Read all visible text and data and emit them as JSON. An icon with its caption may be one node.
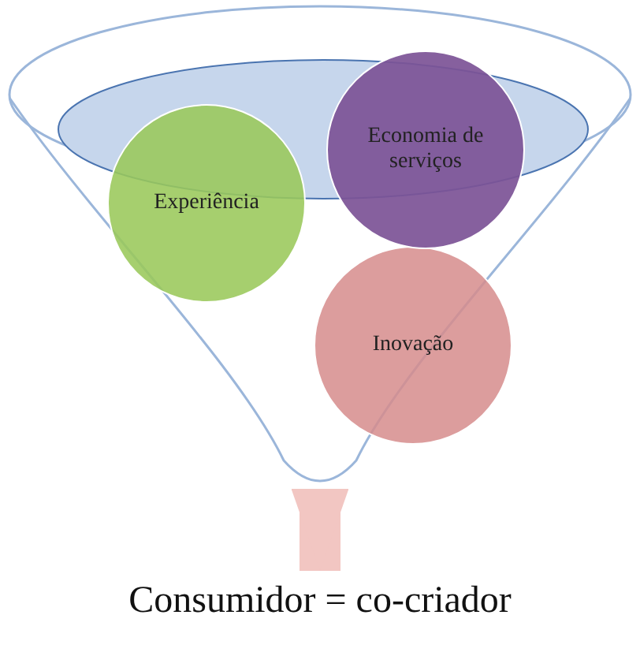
{
  "diagram": {
    "nodes": [
      {
        "text": [],
        "shape": "funnel"
      },
      {
        "text": [
          "Experiência"
        ],
        "in": 0
      },
      {
        "text": [
          "Economia de serviços"
        ]
      },
      {
        "text": [
          "Inovação"
        ],
        "in": 0
      },
      {
        "text": [
          "Consumidor = co-criador"
        ]
      }
    ],
    "edges": [
      {
        "from": 0,
        "to": 4,
        "arrow": "to",
        "color": "#f2c6c2"
      }
    ]
  }
}
